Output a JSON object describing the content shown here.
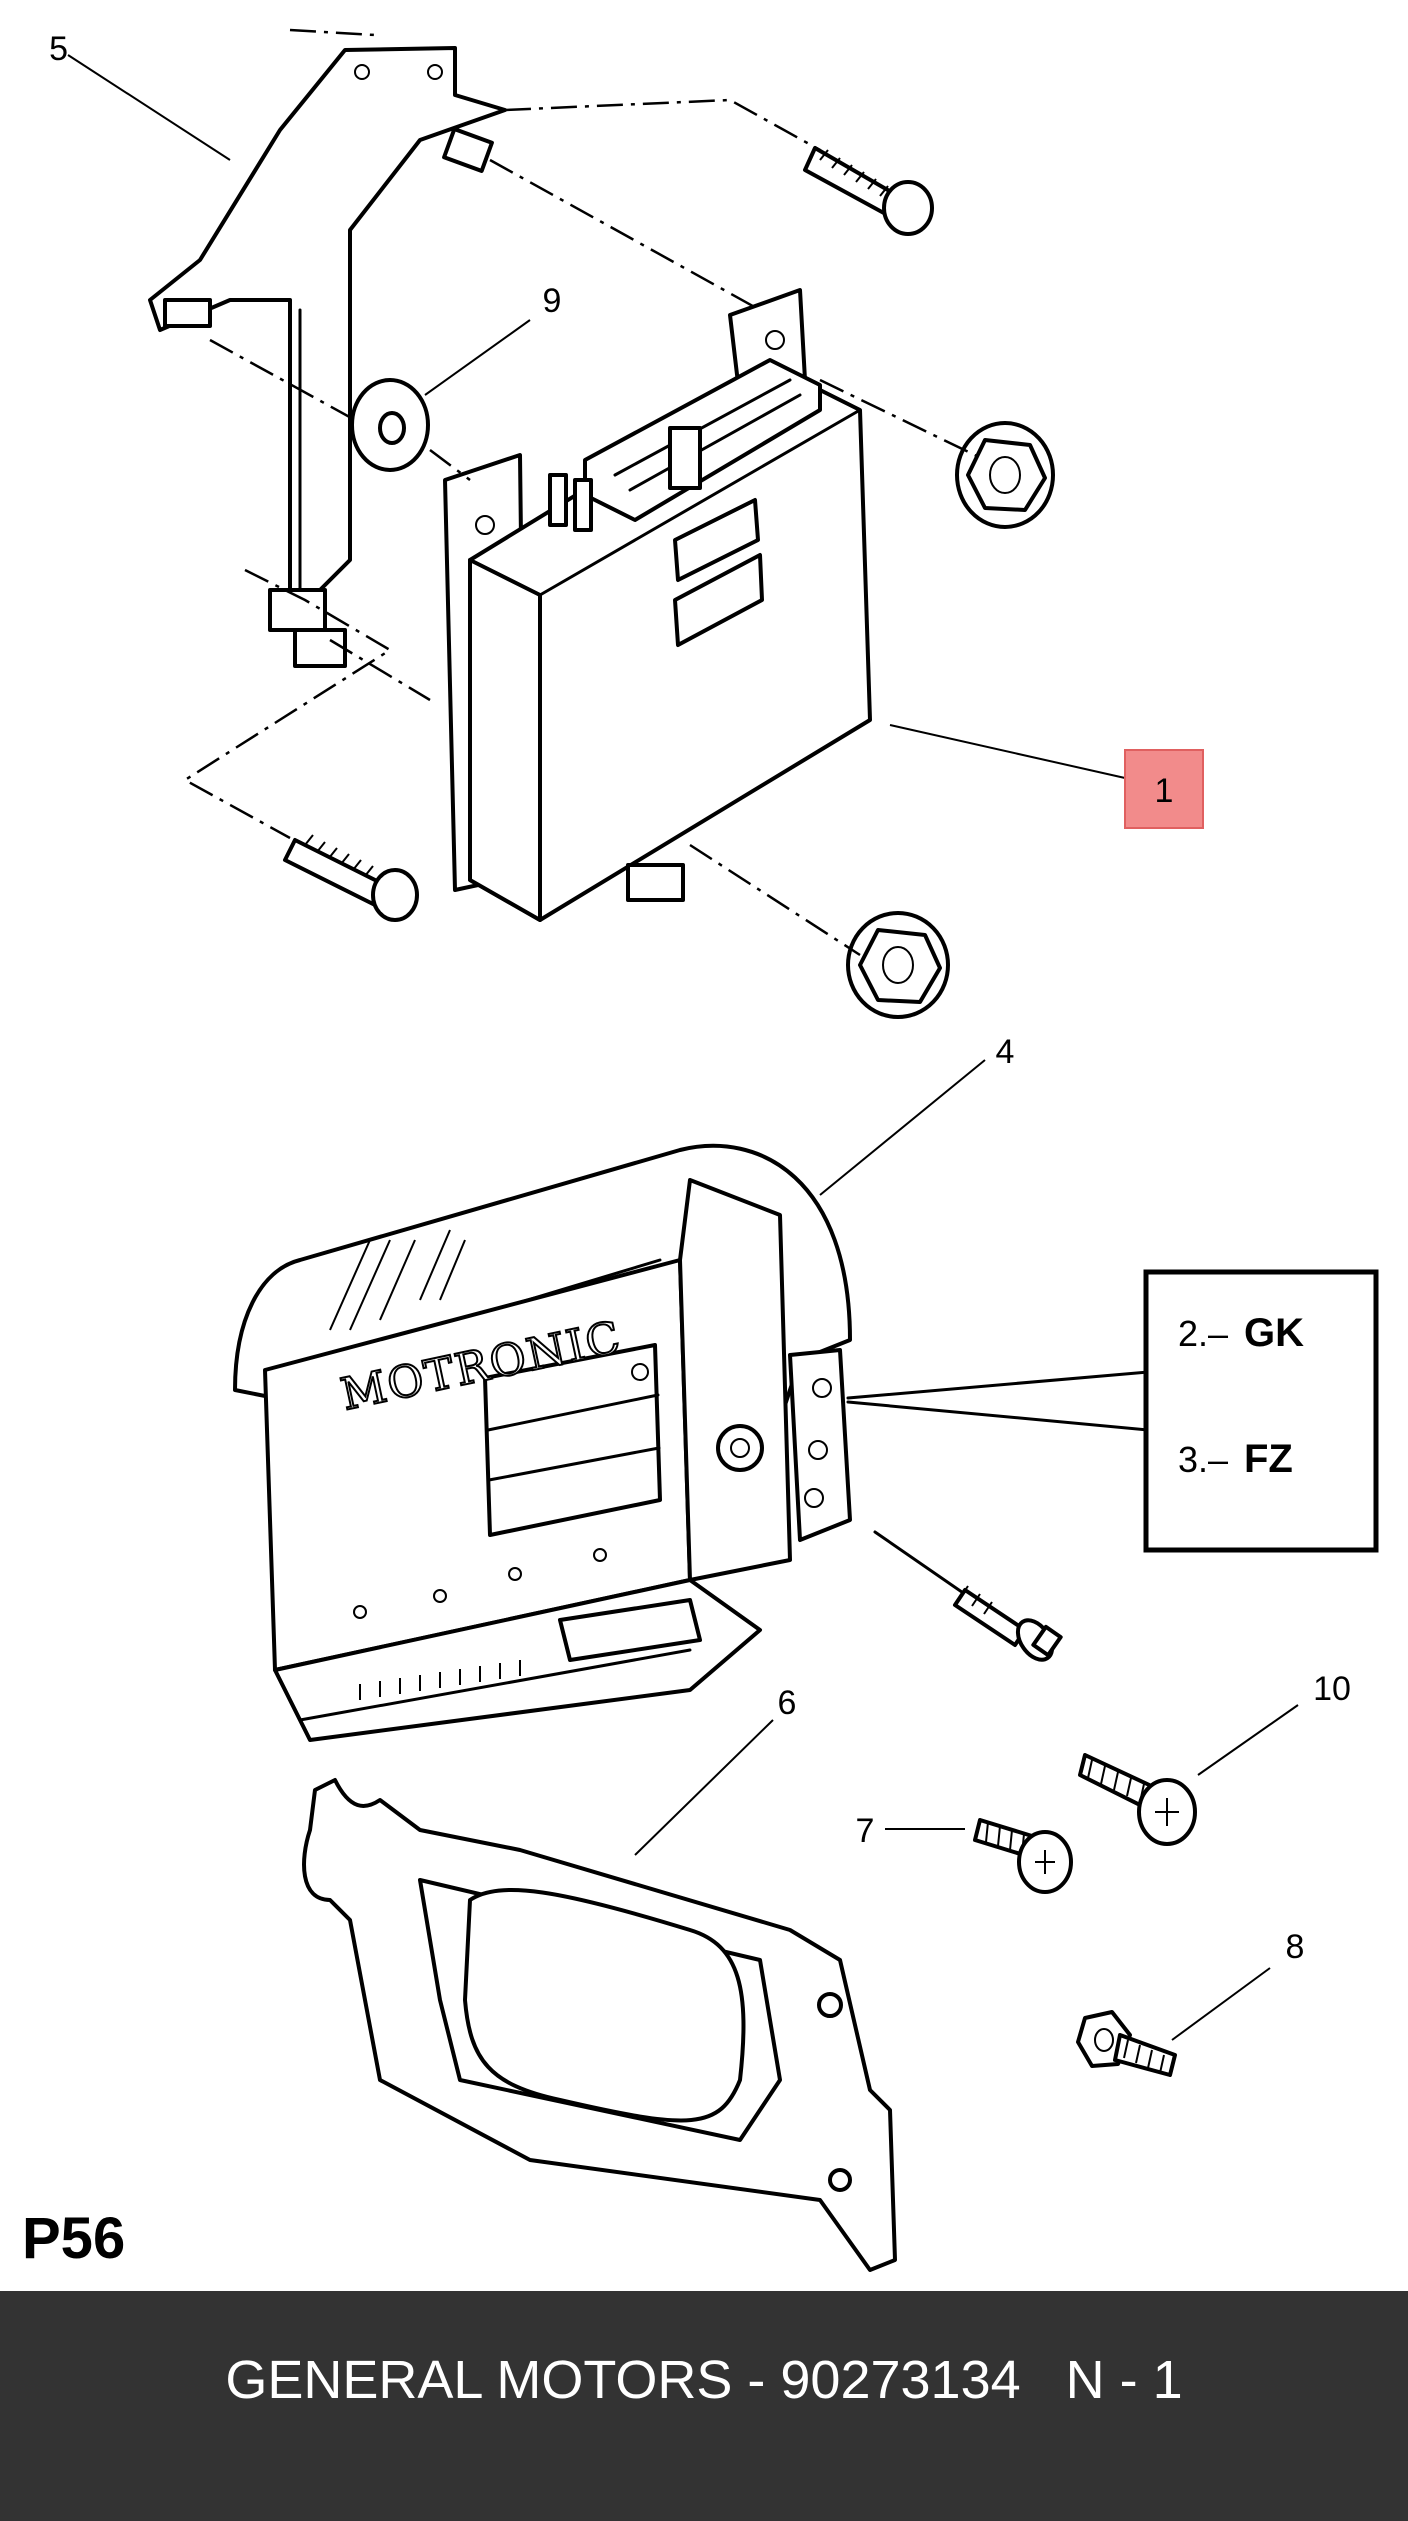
{
  "callouts": {
    "c1": "1",
    "c4": "4",
    "c5": "5",
    "c6": "6",
    "c7": "7",
    "c8": "8",
    "c9": "9",
    "c10": "10"
  },
  "module_brand": "MOTRONIC",
  "variants": [
    {
      "prefix": "2.–",
      "code": "GK"
    },
    {
      "prefix": "3.–",
      "code": "FZ"
    }
  ],
  "page_code": "P56",
  "footer": {
    "text": "GENERAL MOTORS - 90273134   N - 1"
  },
  "colors": {
    "highlight": "#f28b8b",
    "footer_bg": "#333333",
    "footer_text": "#ffffff"
  }
}
